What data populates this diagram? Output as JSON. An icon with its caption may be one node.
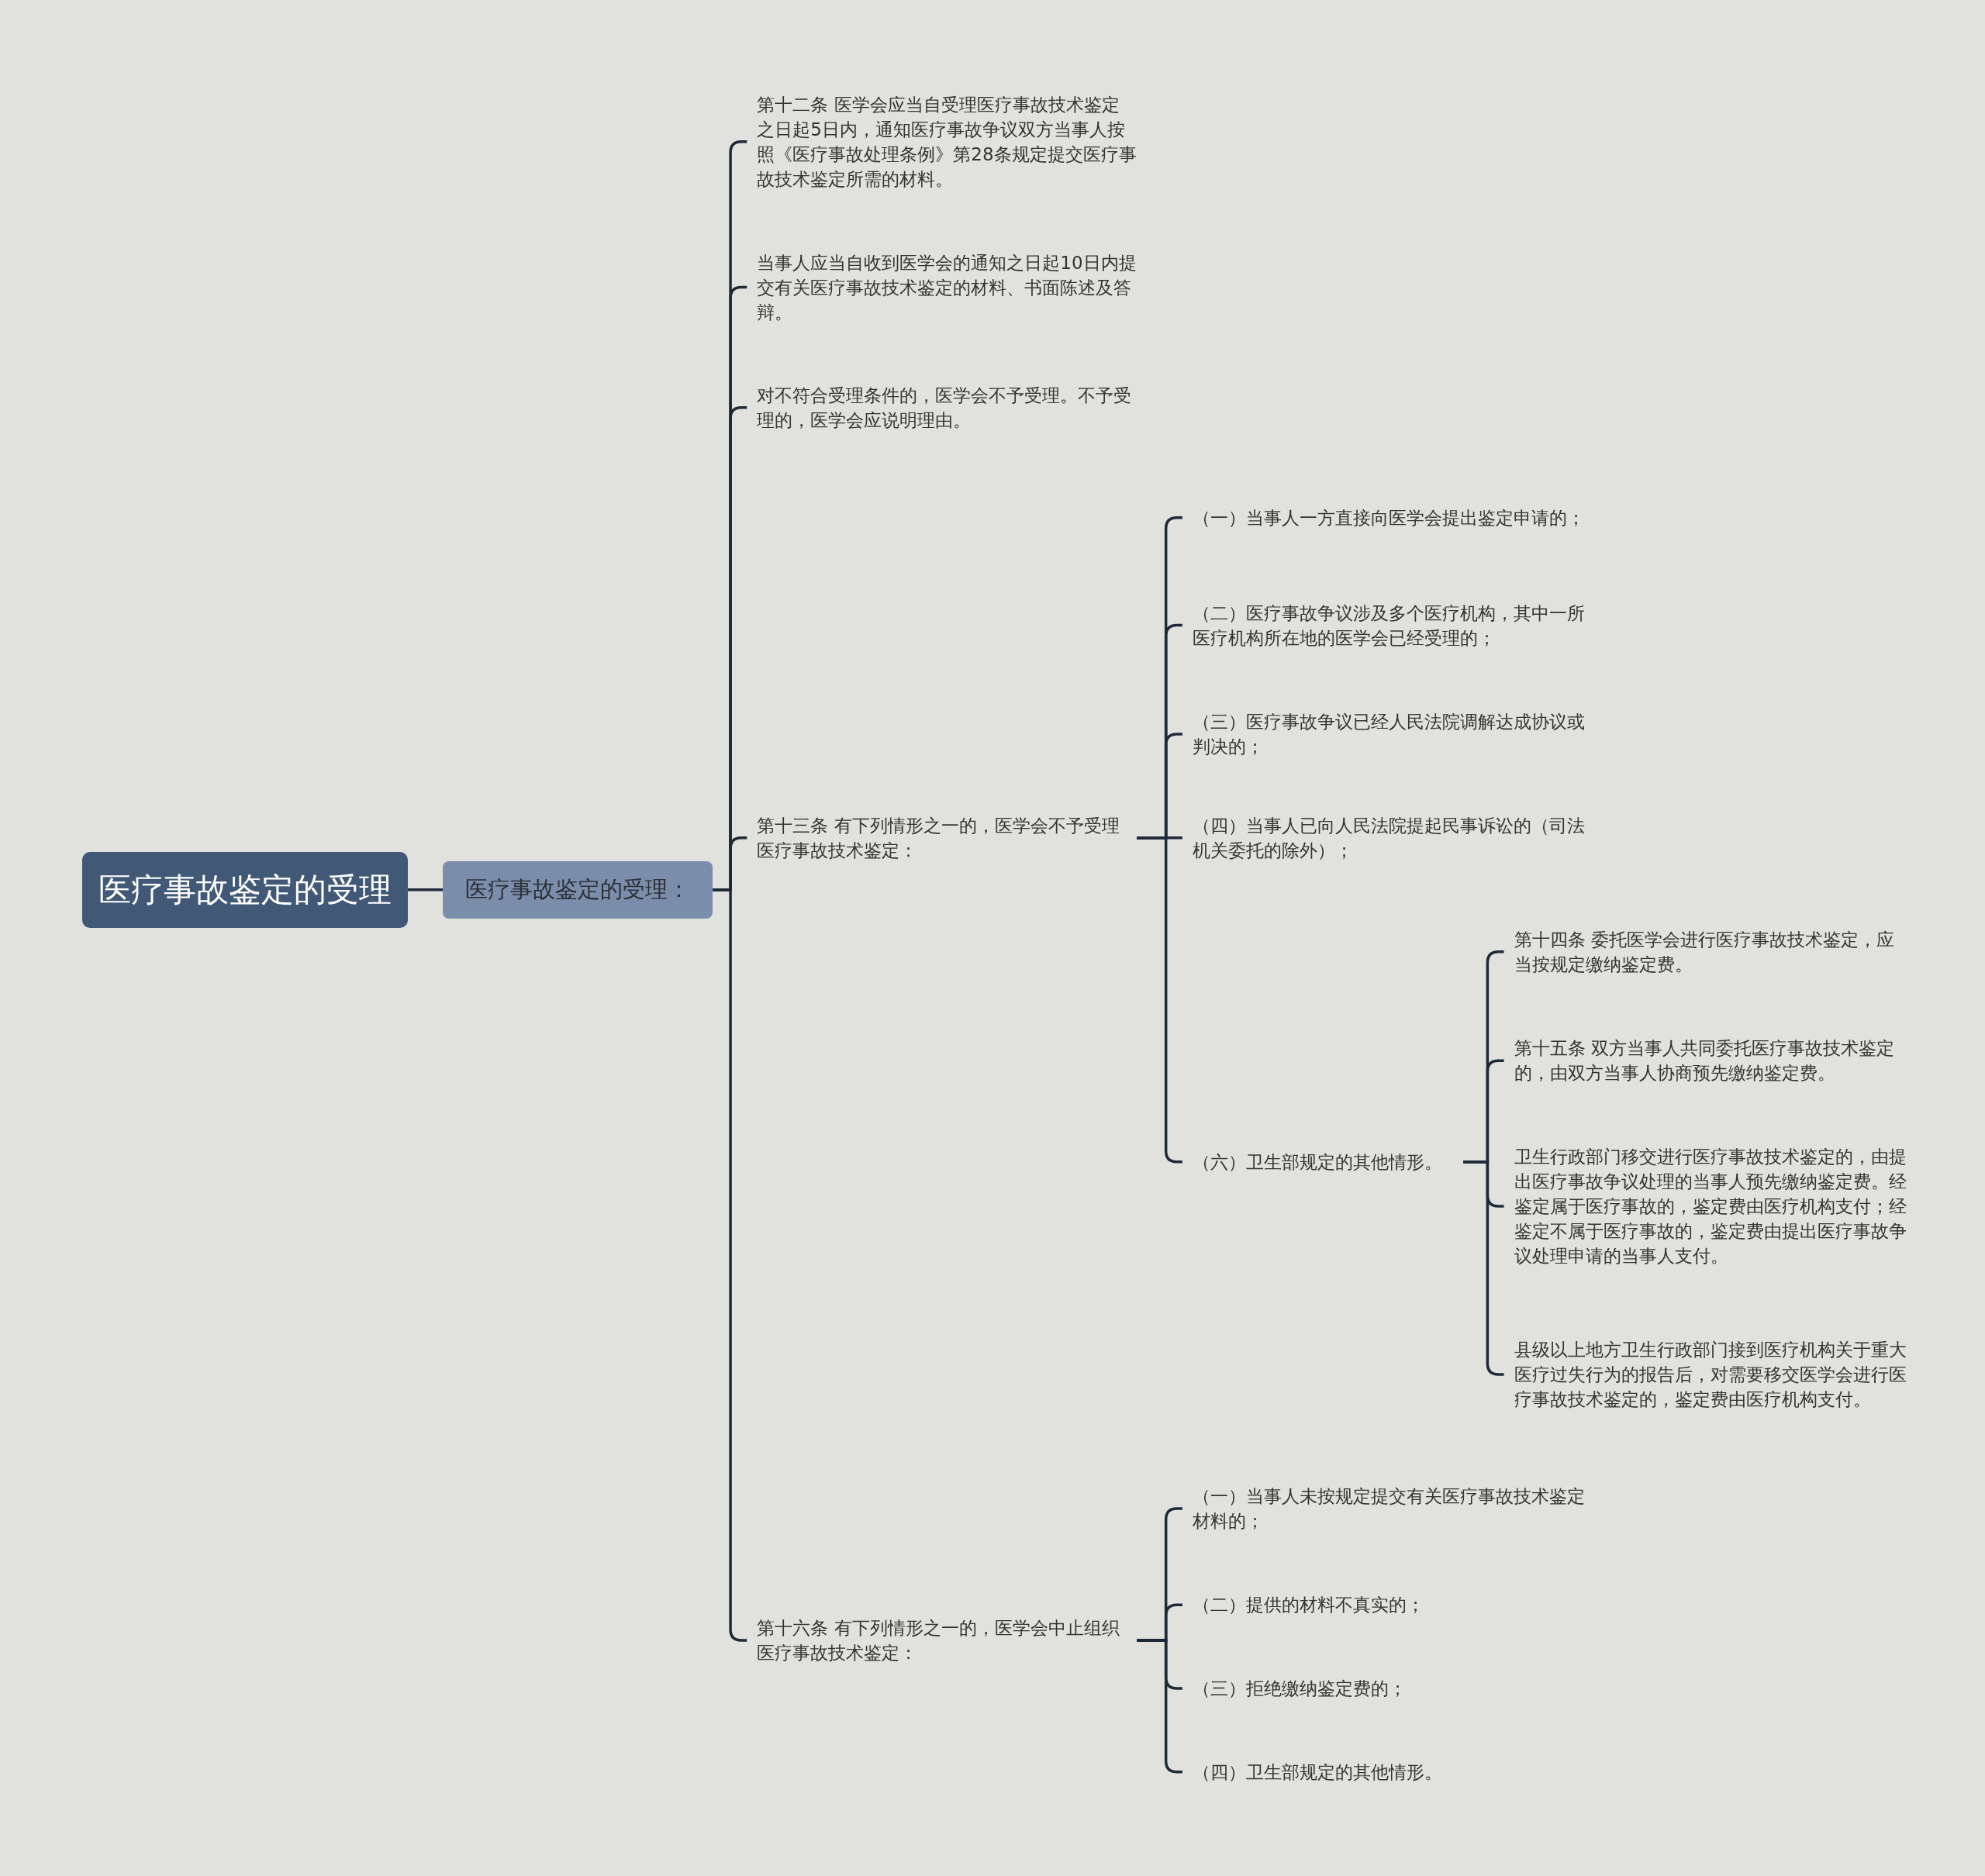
{
  "diagram": {
    "nodes": [
      {
        "text": [
          "医疗事故鉴定的受理"
        ]
      },
      {
        "text": [
          "医疗事故鉴定的受理："
        ]
      },
      {
        "text": [
          "第十二条 医学会应当自受理医疗事故技术鉴定之日起5日内，通知医疗事故争议双方当事人按照《医疗事故处理条例》第28条规定提交医疗事故技术鉴定所需的材料。"
        ]
      },
      {
        "text": [
          "当事人应当自收到医学会的通知之日起10日内提交有关医疗事故技术鉴定的材料、书面陈述及答辩。"
        ]
      },
      {
        "text": [
          "对不符合受理条件的，医学会不予受理。不予受理的，医学会应说明理由。"
        ]
      },
      {
        "text": [
          "第十三条 有下列情形之一的，医学会不予受理医疗事故技术鉴定："
        ]
      },
      {
        "text": [
          "（一）当事人一方直接向医学会提出鉴定申请的；"
        ]
      },
      {
        "text": [
          "（二）医疗事故争议涉及多个医疗机构，其中一所医疗机构所在地的医学会已经受理的；"
        ]
      },
      {
        "text": [
          "（三）医疗事故争议已经人民法院调解达成协议或判决的；"
        ]
      },
      {
        "text": [
          "（四）当事人已向人民法院提起民事诉讼的（司法机关委托的除外）；"
        ]
      },
      {
        "text": [
          "（六）卫生部规定的其他情形。"
        ]
      },
      {
        "text": [
          "第十四条 委托医学会进行医疗事故技术鉴定，应当按规定缴纳鉴定费。"
        ]
      },
      {
        "text": [
          "第十五条 双方当事人共同委托医疗事故技术鉴定的，由双方当事人协商预先缴纳鉴定费。"
        ]
      },
      {
        "text": [
          "卫生行政部门移交进行医疗事故技术鉴定的，由提出医疗事故争议处理的当事人预先缴纳鉴定费。经鉴定属于医疗事故的，鉴定费由医疗机构支付；经鉴定不属于医疗事故的，鉴定费由提出医疗事故争议处理申请的当事人支付。"
        ]
      },
      {
        "text": [
          "县级以上地方卫生行政部门接到医疗机构关于重大医疗过失行为的报告后，对需要移交医学会进行医疗事故技术鉴定的，鉴定费由医疗机构支付。"
        ]
      },
      {
        "text": [
          "第十六条 有下列情形之一的，医学会中止组织医疗事故技术鉴定："
        ]
      },
      {
        "text": [
          "（一）当事人未按规定提交有关医疗事故技术鉴定材料的；"
        ]
      },
      {
        "text": [
          "（二）提供的材料不真实的；"
        ]
      },
      {
        "text": [
          "（三）拒绝缴纳鉴定费的；"
        ]
      },
      {
        "text": [
          "（四）卫生部规定的其他情形。"
        ]
      }
    ],
    "edges": [
      {
        "from": 0,
        "to": 1,
        "arrow": "none"
      },
      {
        "from": 1,
        "to": 2,
        "arrow": "none"
      },
      {
        "from": 1,
        "to": 3,
        "arrow": "none"
      },
      {
        "from": 1,
        "to": 4,
        "arrow": "none"
      },
      {
        "from": 1,
        "to": 5,
        "arrow": "none"
      },
      {
        "from": 1,
        "to": 15,
        "arrow": "none"
      },
      {
        "from": 5,
        "to": 6,
        "arrow": "none"
      },
      {
        "from": 5,
        "to": 7,
        "arrow": "none"
      },
      {
        "from": 5,
        "to": 8,
        "arrow": "none"
      },
      {
        "from": 5,
        "to": 9,
        "arrow": "none"
      },
      {
        "from": 5,
        "to": 10,
        "arrow": "none"
      },
      {
        "from": 10,
        "to": 11,
        "arrow": "none"
      },
      {
        "from": 10,
        "to": 12,
        "arrow": "none"
      },
      {
        "from": 10,
        "to": 13,
        "arrow": "none"
      },
      {
        "from": 10,
        "to": 14,
        "arrow": "none"
      },
      {
        "from": 15,
        "to": 16,
        "arrow": "none"
      },
      {
        "from": 15,
        "to": 17,
        "arrow": "none"
      },
      {
        "from": 15,
        "to": 18,
        "arrow": "none"
      },
      {
        "from": 15,
        "to": 19,
        "arrow": "none"
      }
    ]
  }
}
